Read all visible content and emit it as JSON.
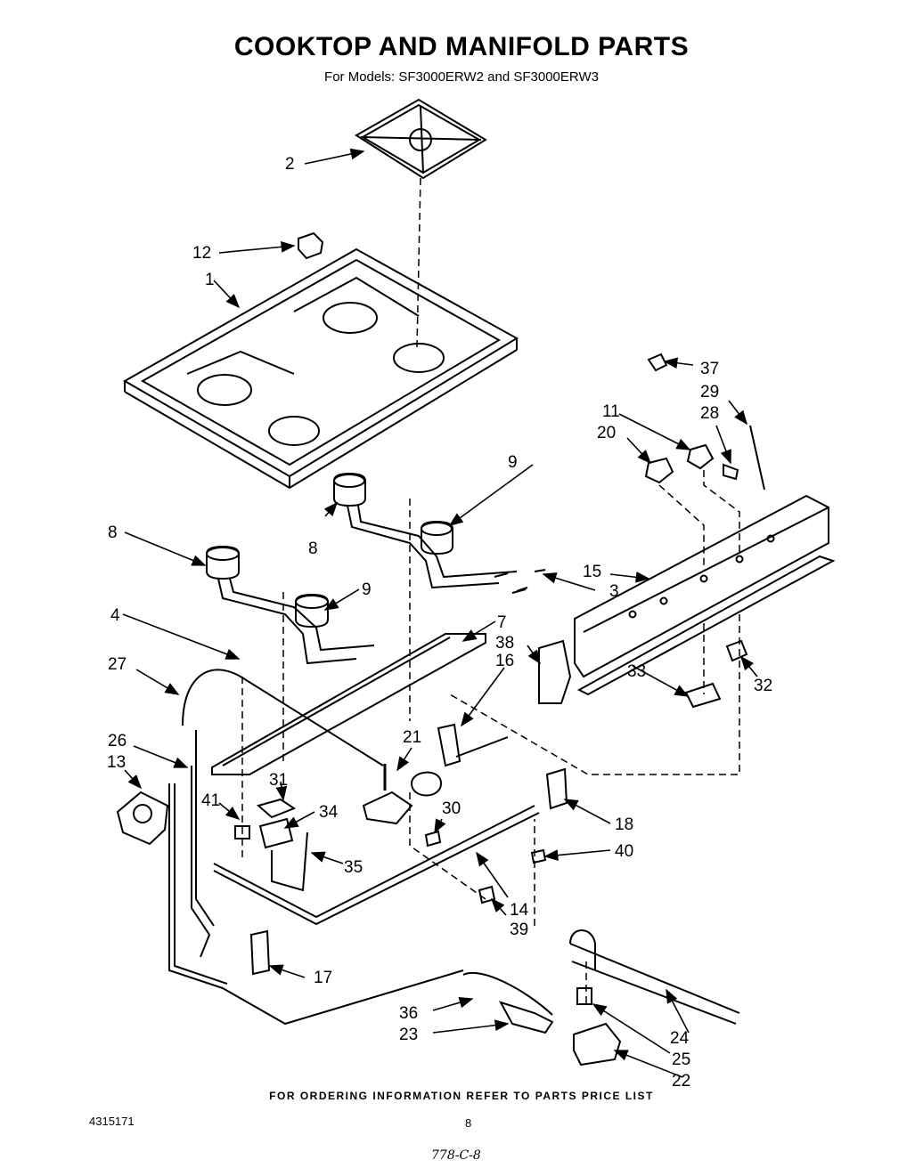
{
  "header": {
    "title": "COOKTOP AND MANIFOLD PARTS",
    "subtitle": "For Models: SF3000ERW2 and SF3000ERW3"
  },
  "callouts": [
    {
      "id": "c1",
      "text": "1"
    },
    {
      "id": "c2",
      "text": "2"
    },
    {
      "id": "c3",
      "text": "3"
    },
    {
      "id": "c4",
      "text": "4"
    },
    {
      "id": "c7",
      "text": "7"
    },
    {
      "id": "c8a",
      "text": "8"
    },
    {
      "id": "c8b",
      "text": "8"
    },
    {
      "id": "c9a",
      "text": "9"
    },
    {
      "id": "c9b",
      "text": "9"
    },
    {
      "id": "c11",
      "text": "11"
    },
    {
      "id": "c12",
      "text": "12"
    },
    {
      "id": "c13",
      "text": "13"
    },
    {
      "id": "c14",
      "text": "14"
    },
    {
      "id": "c15",
      "text": "15"
    },
    {
      "id": "c16",
      "text": "16"
    },
    {
      "id": "c17",
      "text": "17"
    },
    {
      "id": "c18",
      "text": "18"
    },
    {
      "id": "c20",
      "text": "20"
    },
    {
      "id": "c21",
      "text": "21"
    },
    {
      "id": "c22",
      "text": "22"
    },
    {
      "id": "c23",
      "text": "23"
    },
    {
      "id": "c24",
      "text": "24"
    },
    {
      "id": "c25",
      "text": "25"
    },
    {
      "id": "c26",
      "text": "26"
    },
    {
      "id": "c27",
      "text": "27"
    },
    {
      "id": "c28",
      "text": "28"
    },
    {
      "id": "c29",
      "text": "29"
    },
    {
      "id": "c30",
      "text": "30"
    },
    {
      "id": "c31",
      "text": "31"
    },
    {
      "id": "c32",
      "text": "32"
    },
    {
      "id": "c33",
      "text": "33"
    },
    {
      "id": "c34",
      "text": "34"
    },
    {
      "id": "c35",
      "text": "35"
    },
    {
      "id": "c36",
      "text": "36"
    },
    {
      "id": "c37",
      "text": "37"
    },
    {
      "id": "c38",
      "text": "38"
    },
    {
      "id": "c39",
      "text": "39"
    },
    {
      "id": "c40",
      "text": "40"
    },
    {
      "id": "c41",
      "text": "41"
    }
  ],
  "footer": {
    "ordering_note": "FOR ORDERING INFORMATION REFER TO PARTS PRICE LIST",
    "doc_number": "4315171",
    "page_number": "8",
    "handwritten_note": "778-C-8"
  }
}
